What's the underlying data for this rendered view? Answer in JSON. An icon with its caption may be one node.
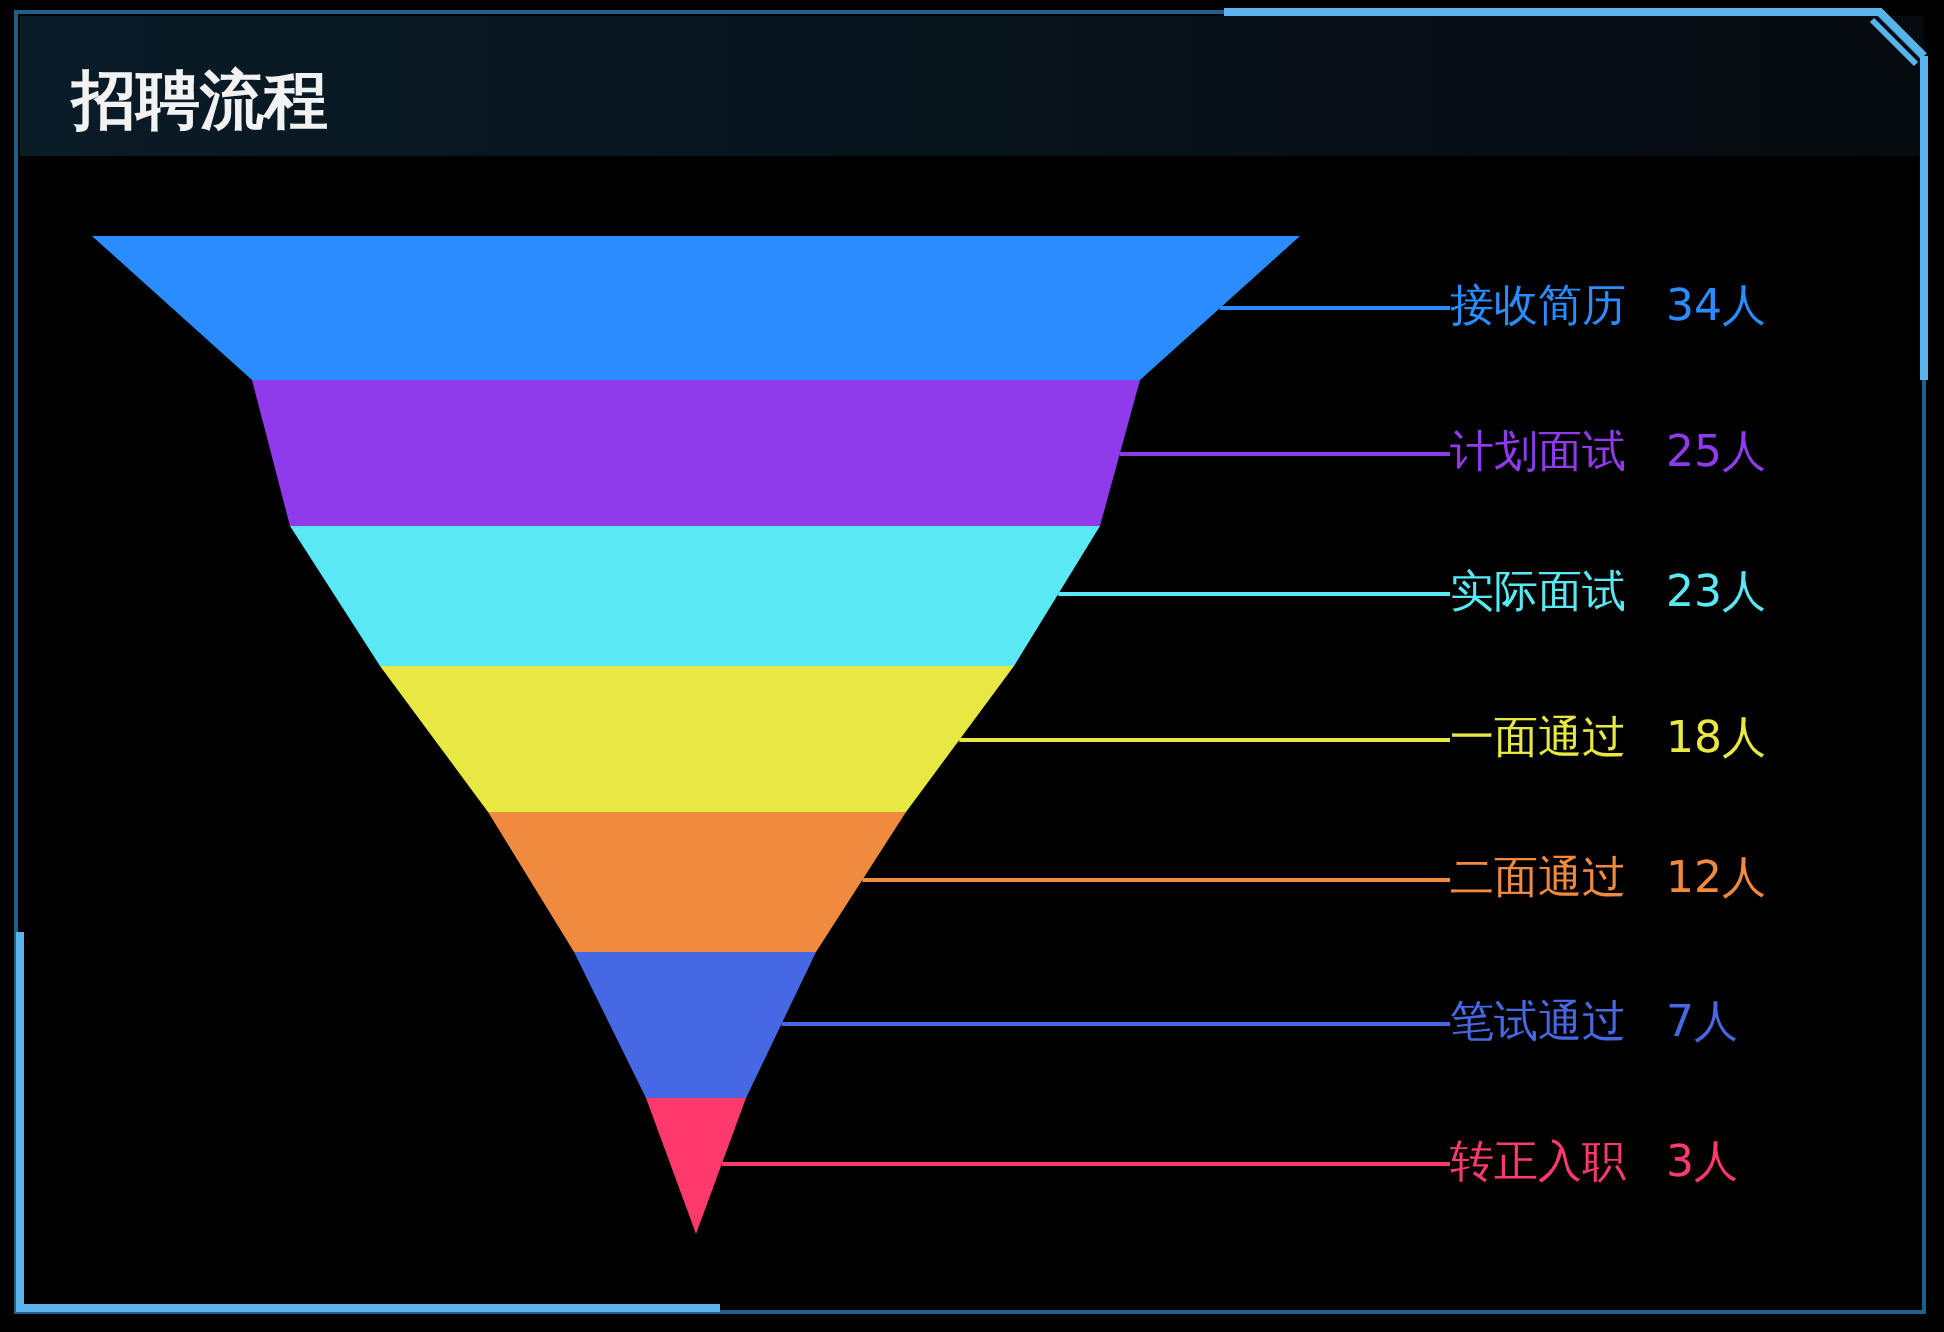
{
  "diagram": {
    "title": "招聘流程",
    "nodes": [
      {
        "text": [
          "接收简历",
          "34人"
        ]
      },
      {
        "text": [
          "计划面试",
          "25人"
        ]
      },
      {
        "text": [
          "实际面试",
          "23人"
        ]
      },
      {
        "text": [
          "一面通过",
          "18人"
        ]
      },
      {
        "text": [
          "二面通过",
          "12人"
        ]
      },
      {
        "text": [
          "笔试通过",
          "7人"
        ]
      },
      {
        "text": [
          "转正入职",
          "3人"
        ]
      },
      {
        "text": [],
        "shape": "trapezoid"
      },
      {
        "text": [],
        "shape": "trapezoid"
      },
      {
        "text": [],
        "shape": "trapezoid"
      },
      {
        "text": [],
        "shape": "trapezoid"
      },
      {
        "text": [],
        "shape": "trapezoid"
      },
      {
        "text": [],
        "shape": "trapezoid"
      },
      {
        "text": [],
        "shape": "triangle"
      }
    ],
    "edges": [
      {
        "from": 0,
        "to": 7,
        "arrow": "none",
        "color": "#2b8cff"
      },
      {
        "from": 1,
        "to": 8,
        "arrow": "none",
        "color": "#8f3aeb"
      },
      {
        "from": 2,
        "to": 9,
        "arrow": "none",
        "color": "#5ae8f5"
      },
      {
        "from": 3,
        "to": 10,
        "arrow": "none",
        "color": "#e8e844"
      },
      {
        "from": 4,
        "to": 11,
        "arrow": "none",
        "color": "#ef8a3e"
      },
      {
        "from": 5,
        "to": 12,
        "arrow": "none",
        "color": "#4668e2"
      },
      {
        "from": 6,
        "to": 13,
        "arrow": "none",
        "color": "#fe3a6c"
      }
    ]
  }
}
